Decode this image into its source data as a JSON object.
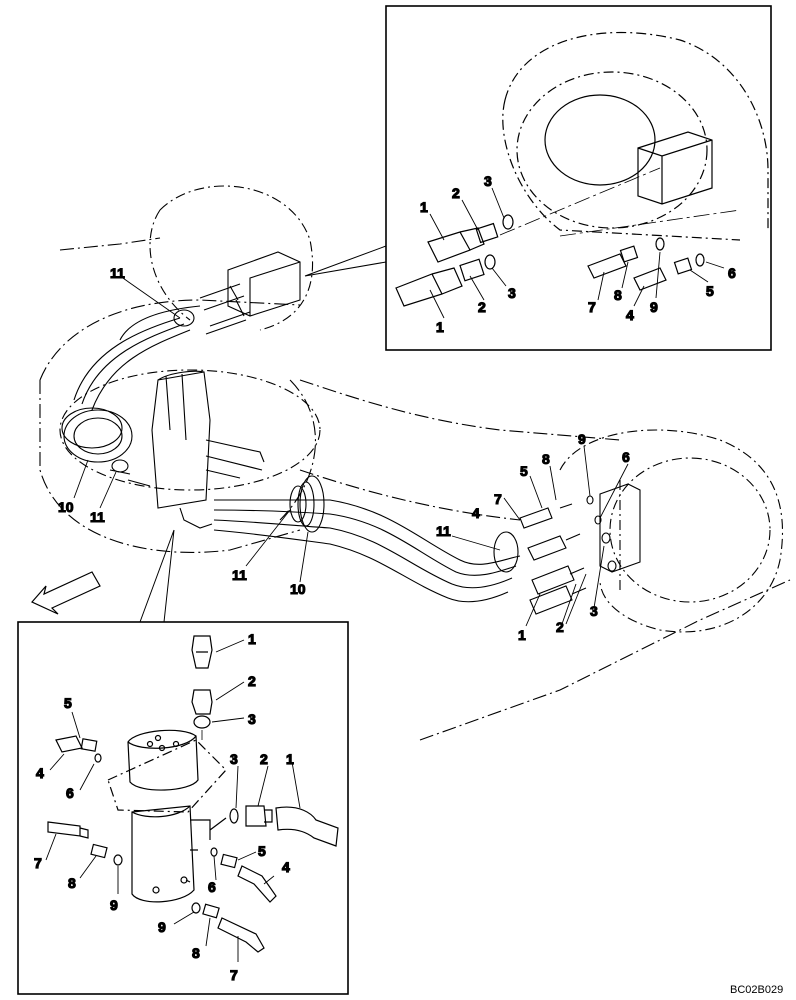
{
  "drawing_code": "BC02B029",
  "callouts": {
    "top": [
      "1",
      "2",
      "3",
      "1",
      "2",
      "3",
      "7",
      "8",
      "4",
      "9",
      "5",
      "6"
    ],
    "main": [
      "11",
      "10",
      "11",
      "11",
      "10",
      "9",
      "8",
      "6",
      "5",
      "7",
      "4",
      "11",
      "1",
      "2",
      "3"
    ],
    "bottom": [
      "1",
      "2",
      "3",
      "5",
      "4",
      "6",
      "3",
      "2",
      "1",
      "7",
      "8",
      "9",
      "5",
      "6",
      "4",
      "9",
      "8",
      "7"
    ]
  }
}
